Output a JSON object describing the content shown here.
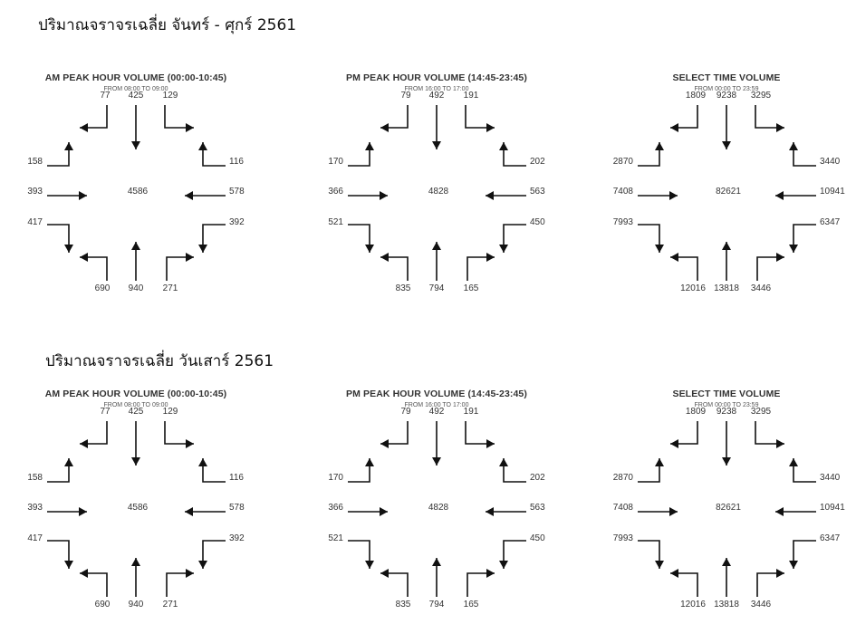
{
  "sections": [
    {
      "title": "ปริมาณจราจรเฉลี่ย จันทร์ - ศุกร์ 2561",
      "diagrams": [
        {
          "title": "AM PEAK HOUR VOLUME (00:00-10:45)",
          "subtitle": "FROM 08:00 TO 09:00",
          "north": [
            "77",
            "425",
            "129"
          ],
          "east": [
            "116",
            "578",
            "392"
          ],
          "south": [
            "690",
            "940",
            "271"
          ],
          "west": [
            "158",
            "393",
            "417"
          ],
          "total": "4586"
        },
        {
          "title": "PM PEAK HOUR VOLUME (14:45-23:45)",
          "subtitle": "FROM 16:00 TO 17:00",
          "north": [
            "79",
            "492",
            "191"
          ],
          "east": [
            "202",
            "563",
            "450"
          ],
          "south": [
            "835",
            "794",
            "165"
          ],
          "west": [
            "170",
            "366",
            "521"
          ],
          "total": "4828"
        },
        {
          "title": "SELECT TIME VOLUME",
          "subtitle": "FROM 00:00 TO 23:59",
          "north": [
            "1809",
            "9238",
            "3295"
          ],
          "east": [
            "3440",
            "10941",
            "6347"
          ],
          "south": [
            "12016",
            "13818",
            "3446"
          ],
          "west": [
            "2870",
            "7408",
            "7993"
          ],
          "total": "82621"
        }
      ]
    },
    {
      "title": "ปริมาณจราจรเฉลี่ย วันเสาร์ 2561",
      "diagrams": [
        {
          "title": "AM PEAK HOUR VOLUME (00:00-10:45)",
          "subtitle": "FROM 08:00 TO 09:00",
          "north": [
            "77",
            "425",
            "129"
          ],
          "east": [
            "116",
            "578",
            "392"
          ],
          "south": [
            "690",
            "940",
            "271"
          ],
          "west": [
            "158",
            "393",
            "417"
          ],
          "total": "4586"
        },
        {
          "title": "PM PEAK HOUR VOLUME (14:45-23:45)",
          "subtitle": "FROM 16:00 TO 17:00",
          "north": [
            "79",
            "492",
            "191"
          ],
          "east": [
            "202",
            "563",
            "450"
          ],
          "south": [
            "835",
            "794",
            "165"
          ],
          "west": [
            "170",
            "366",
            "521"
          ],
          "total": "4828"
        },
        {
          "title": "SELECT TIME VOLUME",
          "subtitle": "FROM 00:00 TO 23:59",
          "north": [
            "1809",
            "9238",
            "3295"
          ],
          "east": [
            "3440",
            "10941",
            "6347"
          ],
          "south": [
            "12016",
            "13818",
            "3446"
          ],
          "west": [
            "2870",
            "7408",
            "7993"
          ],
          "total": "82621"
        }
      ]
    }
  ]
}
